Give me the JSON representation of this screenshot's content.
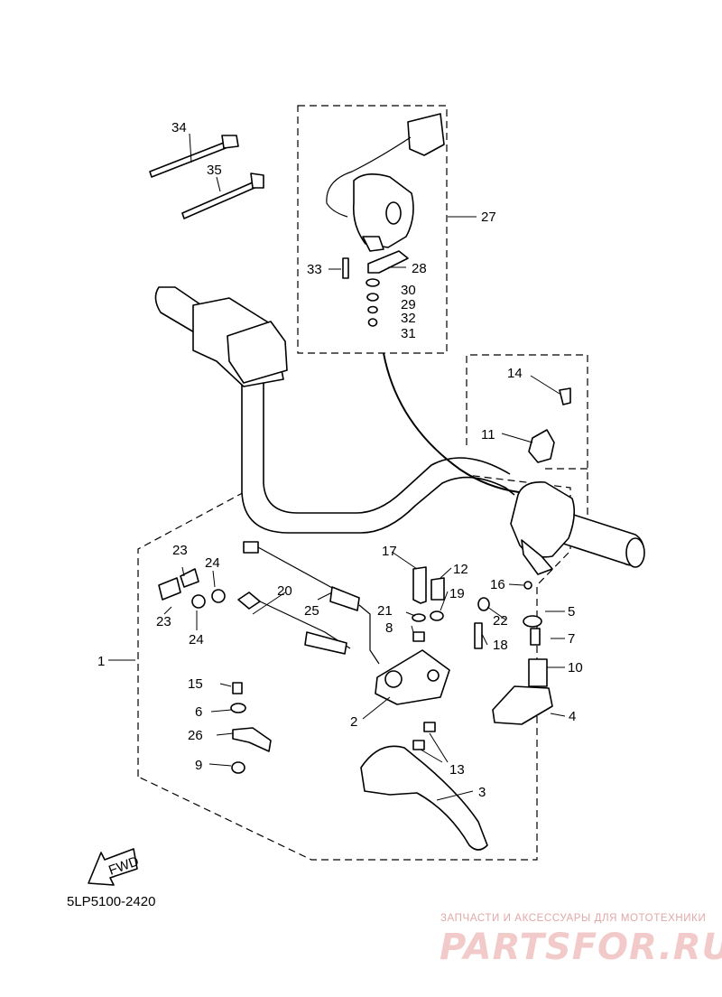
{
  "diagram_code": "5LP5100-2420",
  "fwd_label": "FWD",
  "watermark": {
    "subtitle": "ЗАПЧАСТИ И АКСЕССУАРЫ ДЛЯ МОТОТЕХНИКИ",
    "brand": "PARTSFOR.RU"
  },
  "callouts": [
    "34",
    "35",
    "27",
    "33",
    "28",
    "30",
    "29",
    "32",
    "31",
    "14",
    "11",
    "1",
    "23",
    "24",
    "20",
    "25",
    "17",
    "12",
    "21",
    "19",
    "8",
    "16",
    "5",
    "22",
    "7",
    "18",
    "10",
    "15",
    "6",
    "26",
    "9",
    "2",
    "4",
    "13",
    "3"
  ]
}
